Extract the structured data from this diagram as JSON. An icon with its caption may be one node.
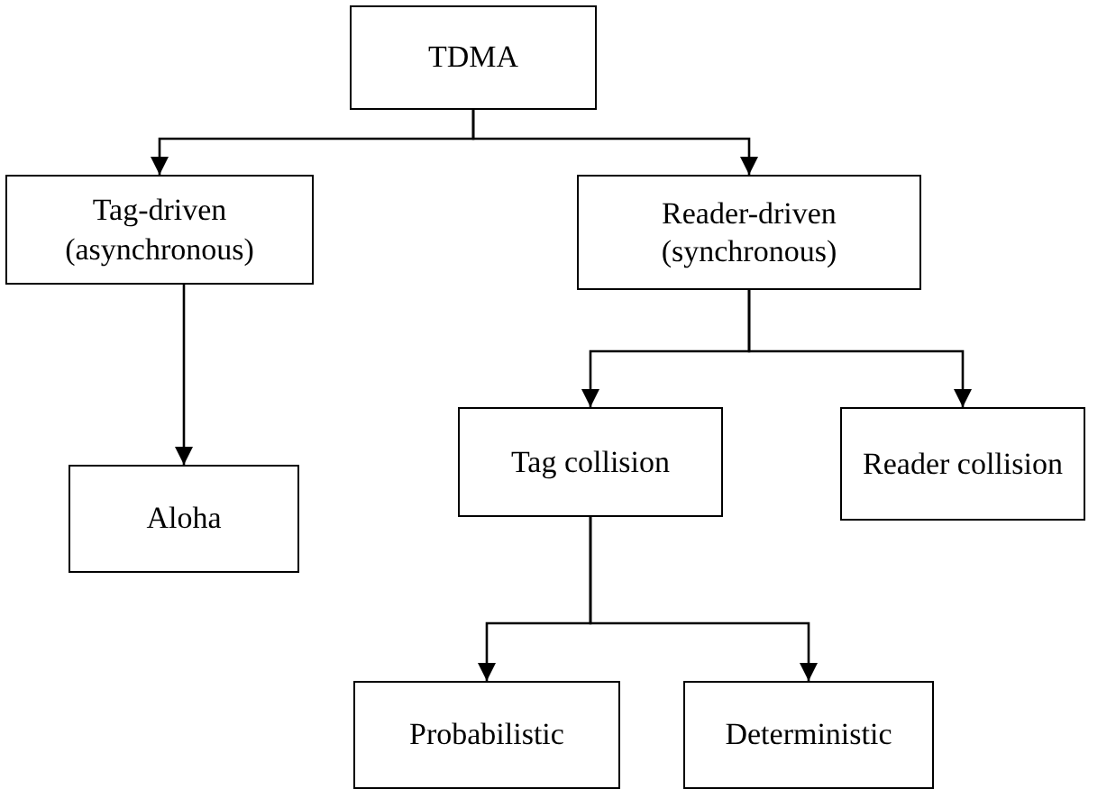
{
  "diagram": {
    "nodes": [
      {
        "text": [
          "TDMA"
        ]
      },
      {
        "text": [
          "Tag-driven (asynchronous)"
        ]
      },
      {
        "text": [
          "Reader-driven (synchronous)"
        ]
      },
      {
        "text": [
          "Aloha"
        ]
      },
      {
        "text": [
          "Tag collision"
        ]
      },
      {
        "text": [
          "Reader collision"
        ]
      },
      {
        "text": [
          "Probabilistic"
        ]
      },
      {
        "text": [
          "Deterministic"
        ]
      }
    ],
    "edges": [
      {
        "from": 0,
        "to": 1,
        "arrow": "to"
      },
      {
        "from": 0,
        "to": 2,
        "arrow": "to"
      },
      {
        "from": 1,
        "to": 3,
        "arrow": "to"
      },
      {
        "from": 2,
        "to": 4,
        "arrow": "to"
      },
      {
        "from": 2,
        "to": 5,
        "arrow": "to"
      },
      {
        "from": 4,
        "to": 6,
        "arrow": "to"
      },
      {
        "from": 4,
        "to": 7,
        "arrow": "to"
      }
    ]
  }
}
